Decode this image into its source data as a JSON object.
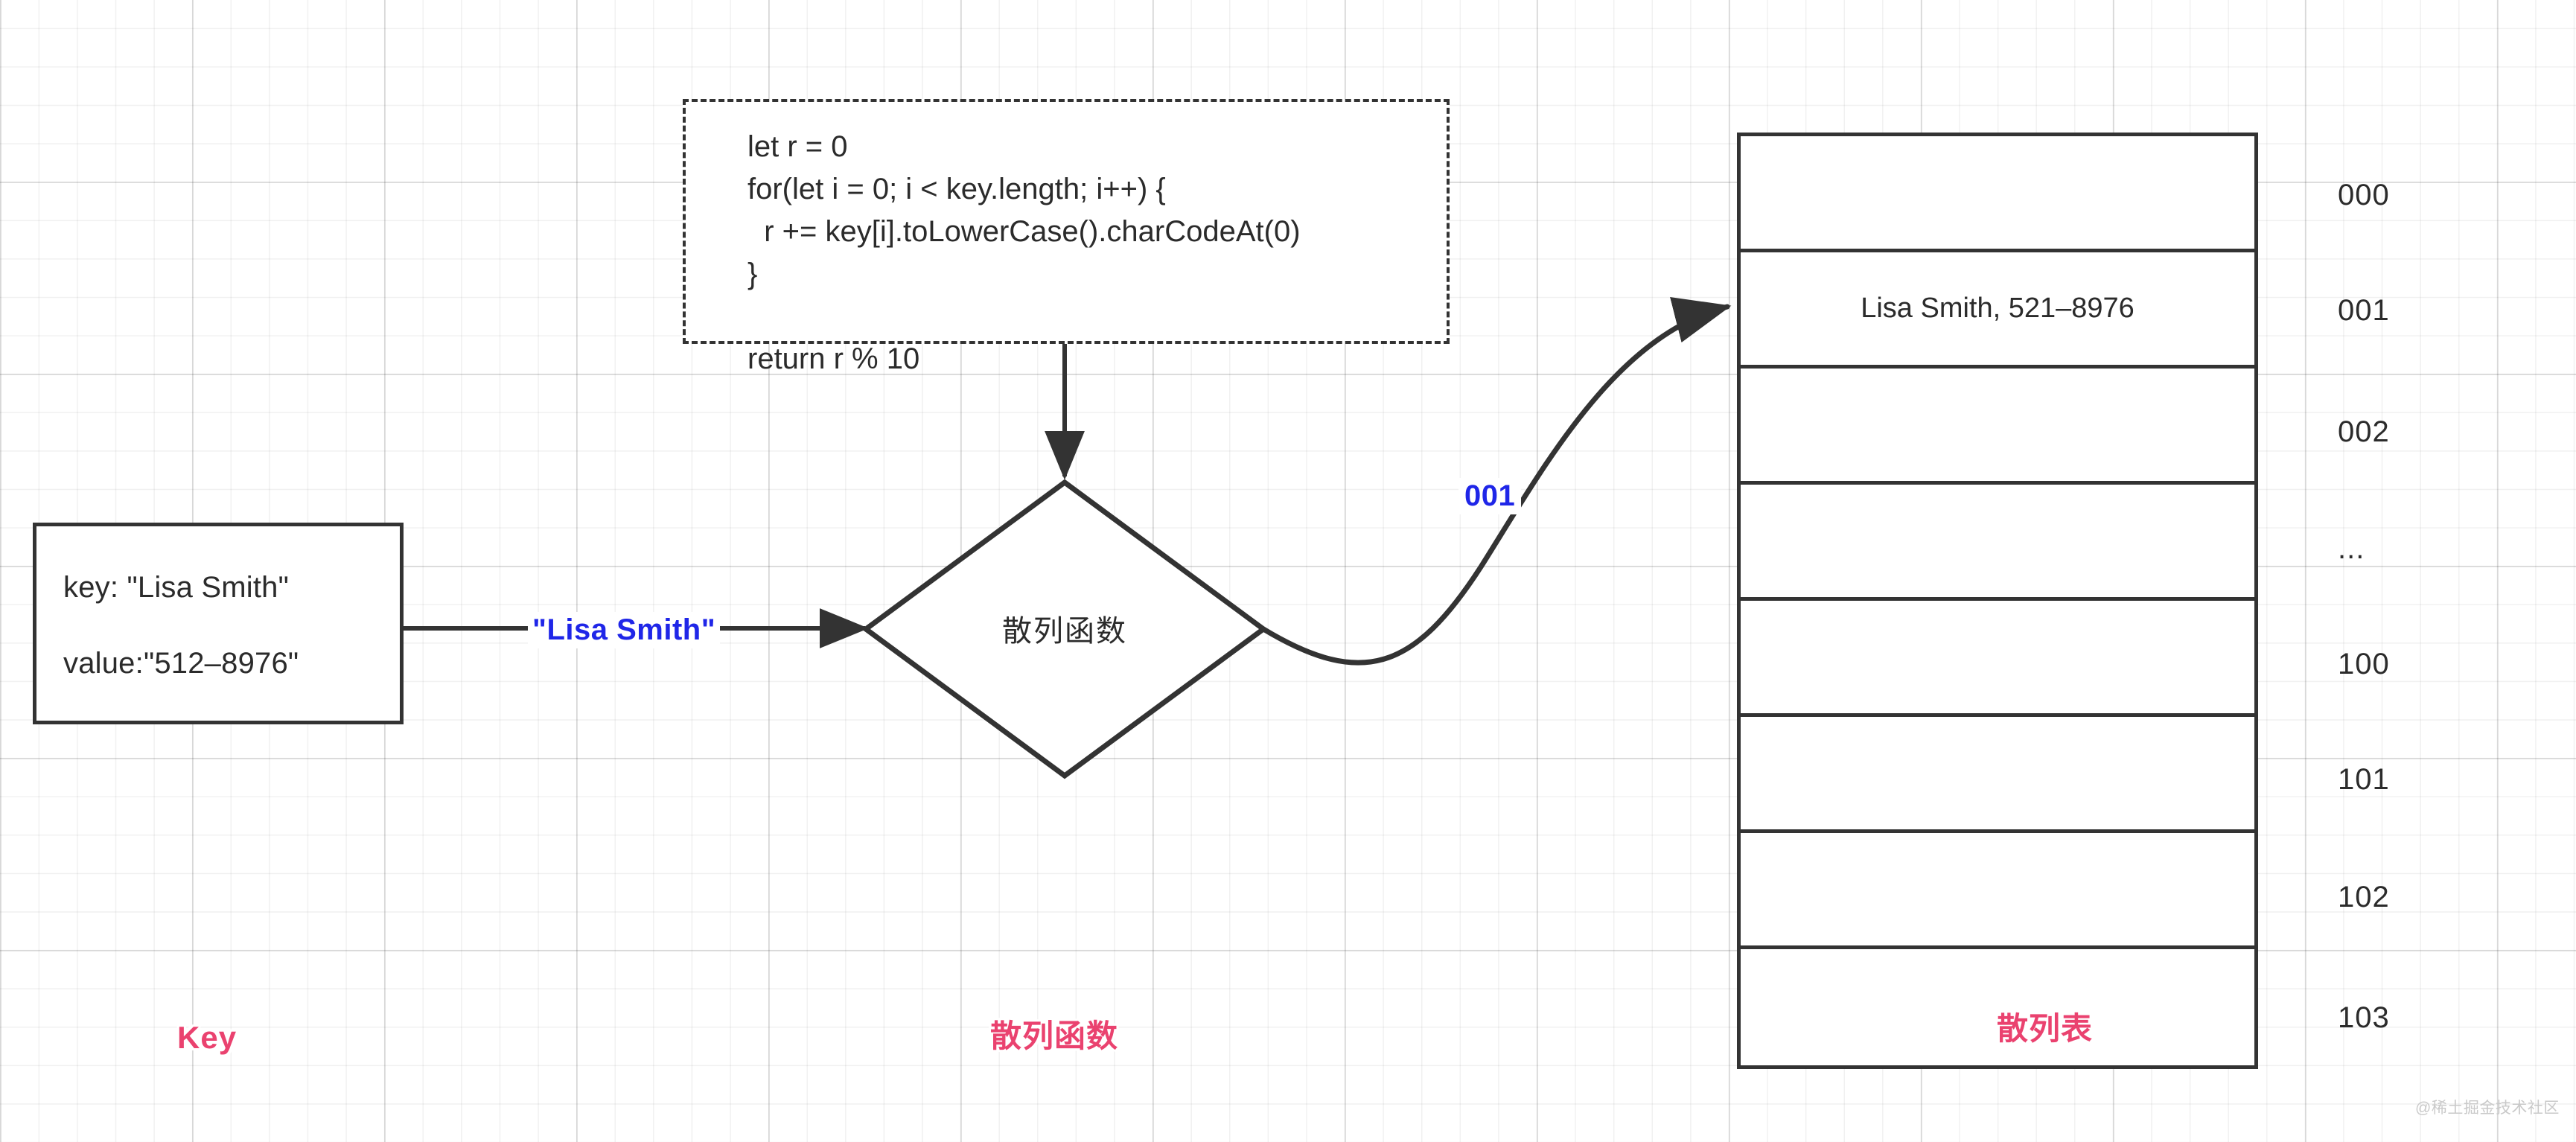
{
  "diagram": {
    "title": "Hash table insertion flow",
    "colors": {
      "stroke": "#333333",
      "text": "#2b2b2b",
      "edge_label": "#1f26e8",
      "caption": "#ea426f",
      "grid": "#e8e8e8",
      "watermark": "#c9c9c9"
    }
  },
  "key_box": {
    "name": "key-value-record",
    "key_line": "key: \"Lisa Smith\"",
    "value_line": "value:\"512–8976\""
  },
  "code_box": {
    "name": "hash-function-pseudocode",
    "lines": [
      "let r = 0",
      "for(let i = 0; i < key.length; i++) {",
      "  r += key[i].toLowerCase().charCodeAt(0)",
      "}",
      "",
      "return r % 10"
    ],
    "text": "let r = 0\nfor(let i = 0; i < key.length; i++) {\n  r += key[i].toLowerCase().charCodeAt(0)\n}\n\nreturn r % 10"
  },
  "diamond": {
    "name": "hash-function-node",
    "label": "散列函数"
  },
  "edge_labels": {
    "key_to_hash": "\"Lisa Smith\"",
    "hash_to_table": "001"
  },
  "hash_table": {
    "name": "hash-table",
    "rows": [
      {
        "index": "000",
        "value": ""
      },
      {
        "index": "001",
        "value": "Lisa Smith, 521–8976"
      },
      {
        "index": "002",
        "value": ""
      },
      {
        "index": "...",
        "value": ""
      },
      {
        "index": "100",
        "value": ""
      },
      {
        "index": "101",
        "value": ""
      },
      {
        "index": "102",
        "value": ""
      },
      {
        "index": "103",
        "value": ""
      }
    ]
  },
  "captions": {
    "key": "Key",
    "hash_function": "散列函数",
    "hash_table": "散列表"
  },
  "watermark": "@稀土掘金技术社区"
}
